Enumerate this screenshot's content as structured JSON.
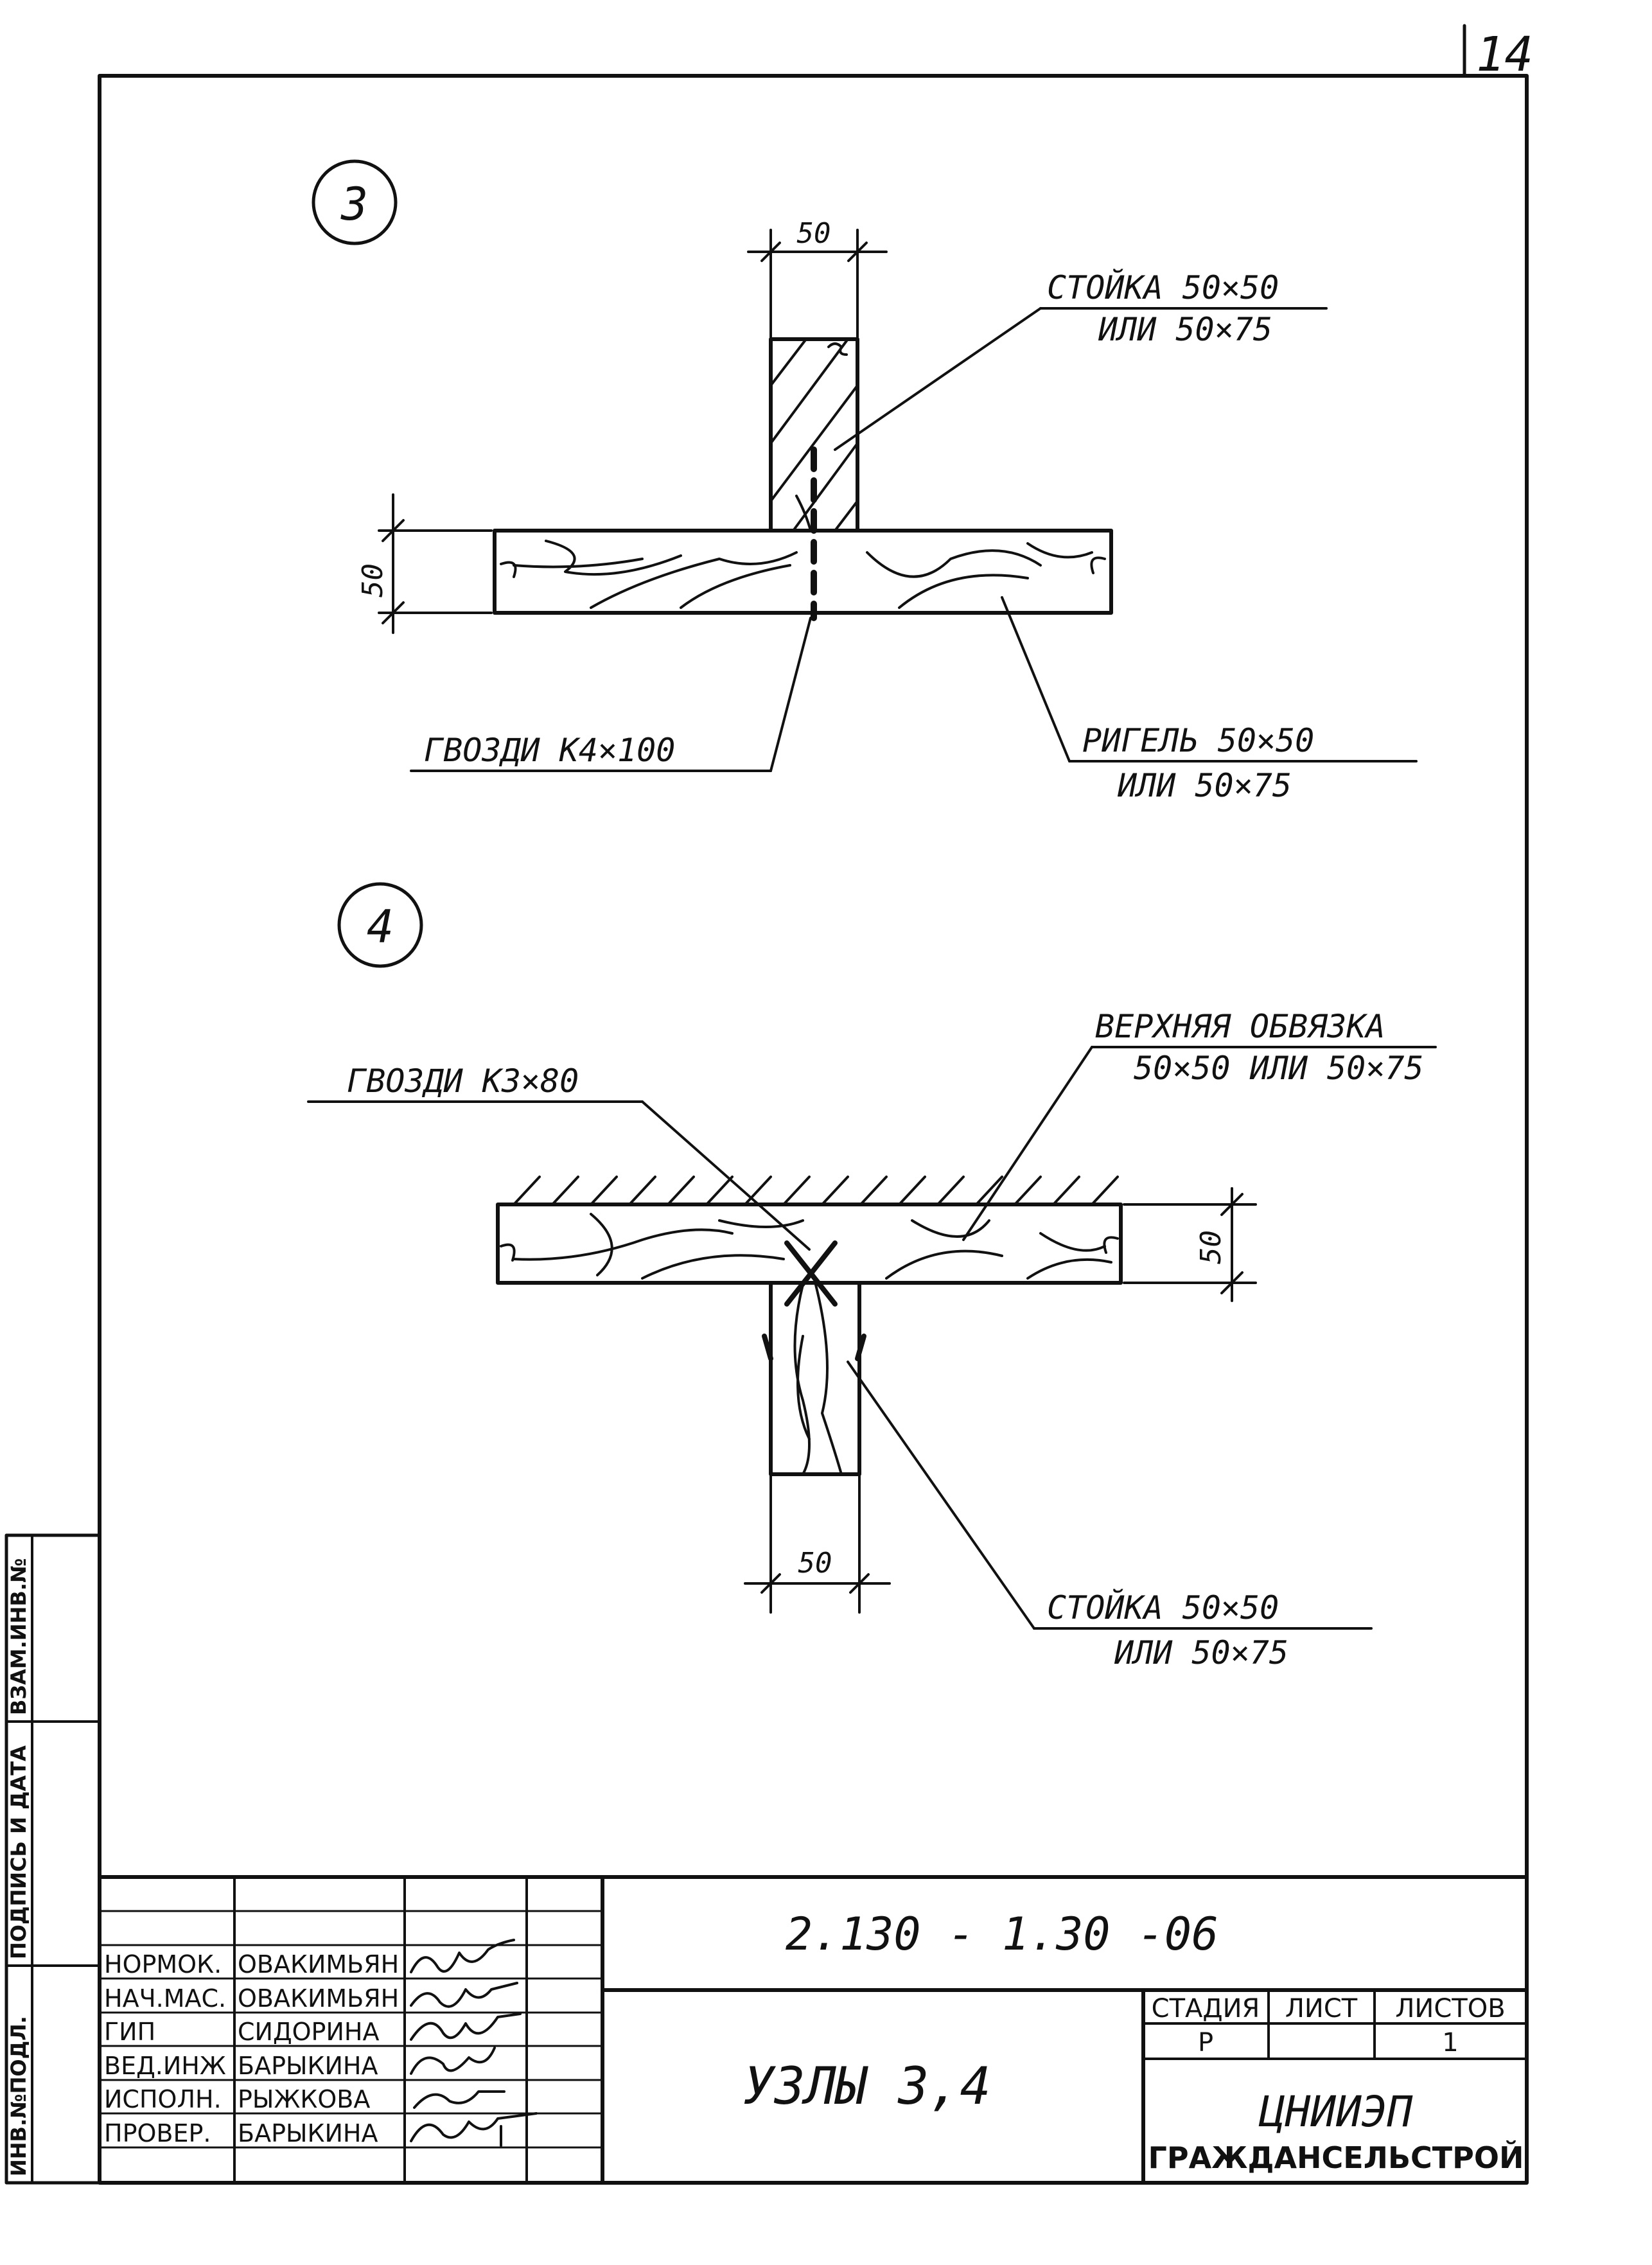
{
  "page_number": "14",
  "side_stamp": {
    "inv_no": "ИНВ.№ПОДЛ.",
    "sign_date": "ПОДПИСЬ И ДАТА",
    "replace_inv": "ВЗАМ.ИНВ.№"
  },
  "node3": {
    "circle_label": "3",
    "post_width_dim": "50",
    "beam_height_dim": "50",
    "post_label_line1": "СТОЙКА 50×50",
    "post_label_line2": "ИЛИ 50×75",
    "nails_label": "ГВОЗДИ К4×100",
    "beam_label_line1": "РИГЕЛЬ 50×50",
    "beam_label_line2": "ИЛИ 50×75"
  },
  "node4": {
    "circle_label": "4",
    "nails_label": "ГВОЗДИ К3×80",
    "top_label_line1": "ВЕРХНЯЯ ОБВЯЗКА",
    "top_label_line2": "50×50 ИЛИ 50×75",
    "beam_height_dim": "50",
    "post_width_dim": "50",
    "post_label_line1": "СТОЙКА 50×50",
    "post_label_line2": "ИЛИ 50×75"
  },
  "title_block": {
    "doc_code": "2.130 - 1.30 -06",
    "title": "УЗЛЫ 3,4",
    "people": [
      {
        "role": "НОРМОК.",
        "name": "ОВАКИМЬЯН"
      },
      {
        "role": "НАЧ.МАС.",
        "name": "ОВАКИМЬЯН"
      },
      {
        "role": "ГИП",
        "name": "СИДОРИНА"
      },
      {
        "role": "ВЕД.ИНЖ",
        "name": "БАРЫКИНА"
      },
      {
        "role": "ИСПОЛН.",
        "name": "РЫЖКОВА"
      },
      {
        "role": "ПРОВЕР.",
        "name": "БАРЫКИНА"
      }
    ],
    "stage_header": "СТАДИЯ",
    "sheet_header": "ЛИСТ",
    "sheets_header": "ЛИСТОВ",
    "stage_value": "Р",
    "sheet_value": "",
    "sheets_value": "1",
    "org_line1": "ЦНИИЭП",
    "org_line2": "ГРАЖДАНСЕЛЬСТРОЙ"
  }
}
